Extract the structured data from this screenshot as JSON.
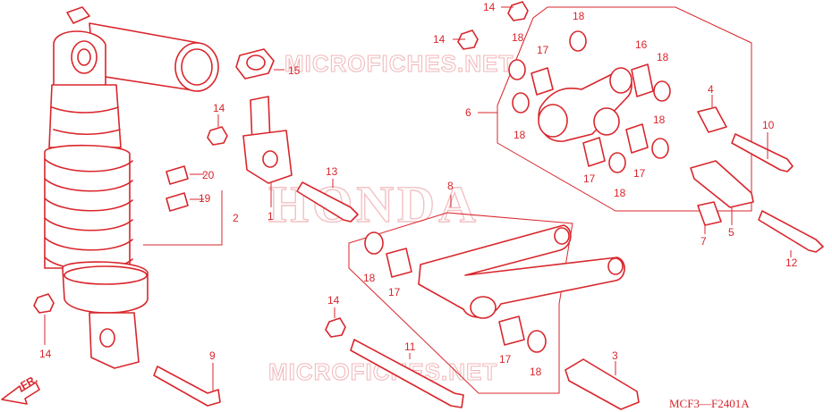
{
  "watermarks": {
    "top": "MICROFICHES.NET",
    "center": "HONDA",
    "bottom": "MICROFICHES.NET"
  },
  "diagram_code": "MCF3—F2401A",
  "front_marker": "FR.",
  "part_numbers": {
    "p1": "1",
    "p2": "2",
    "p3": "3",
    "p4": "4",
    "p5": "5",
    "p6": "6",
    "p7": "7",
    "p8": "8",
    "p9": "9",
    "p10": "10",
    "p11": "11",
    "p12": "12",
    "p13": "13",
    "p14": "14",
    "p15": "15",
    "p16": "16",
    "p17": "17",
    "p18": "18",
    "p19": "19",
    "p20": "20"
  },
  "colors": {
    "line": "#d9262c",
    "watermark": "#f1b6b8",
    "background": "#ffffff"
  }
}
